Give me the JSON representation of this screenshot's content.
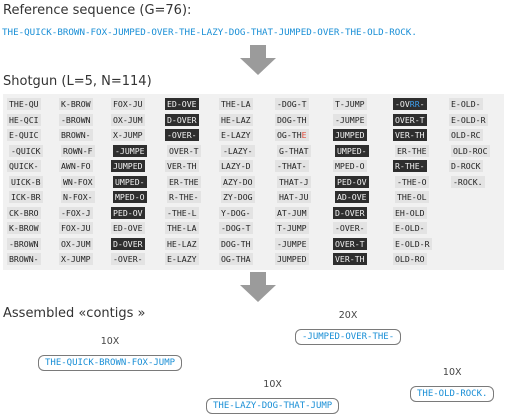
{
  "reference": {
    "heading": "Reference sequence (G=76):",
    "sequence": "THE-QUICK-BROWN-FOX-JUMPED-OVER-THE-LAZY-DOG-THAT-JUMPED-OVER-THE-OLD-ROCK."
  },
  "shotgun": {
    "heading": "Shotgun (L=5, N=114)",
    "rows": [
      [
        "THE-QU",
        "K-BROW",
        "FOX-JU",
        "ED-OVE",
        "THE-LA",
        "-DOG-T",
        "T-JUMP",
        "-OVRR-",
        "E-OLD-"
      ],
      [
        "HE-QCI",
        "-BROWN",
        "OX-JUM",
        "D-OVER",
        "HE-LAZ",
        "DOG-TH",
        "-JUMPE",
        "OVER-T",
        "E-OLD-R"
      ],
      [
        "E-QUIC",
        "BROWN-",
        "X-JUMP",
        "-OVER-",
        "E-LAZY",
        "OG-THE",
        "JUMPED",
        "VER-TH",
        "OLD-RC"
      ],
      [
        "-QUICK",
        "ROWN-F",
        "-JUMPE",
        "OVER-T",
        "-LAZY-",
        "G-THAT",
        "UMPED-",
        "ER-THE",
        "OLD-ROC"
      ],
      [
        "QUICK-",
        "AWN-FO",
        "JUMPED",
        "VER-TH",
        "LAZY-D",
        "-THAT-",
        "MPED-O",
        "R-THE-",
        "D-ROCK"
      ],
      [
        "UICK-B",
        "WN-FOX",
        "UMPED-",
        "ER-THE",
        "AZY-DO",
        "THAT-J",
        "PED-OV",
        "-THE-O",
        "-ROCK."
      ],
      [
        "ICK-BR",
        "N-FOX-",
        "MPED-O",
        "R-THE-",
        "ZY-DOG",
        "HAT-JU",
        "AD-OVE",
        "THE-OL",
        ""
      ],
      [
        "CK-BRO",
        "-FOX-J",
        "PED-OV",
        "-THE-L",
        "Y-DOG-",
        "AT-JUM",
        "D-OVER",
        "EH-OLD",
        ""
      ],
      [
        "K-BROW",
        "FOX-JU",
        "ED-OVE",
        "THE-LA",
        "-DOG-T",
        "T-JUMP",
        "-OVER-",
        "E-OLD-",
        ""
      ],
      [
        "-BROWN",
        "OX-JUM",
        "D-OVER",
        "HE-LAZ",
        "DOG-TH",
        "-JUMPE",
        "OVER-T",
        "E-OLD-R",
        ""
      ],
      [
        "BROWN-",
        "X-JUMP",
        "-OVER-",
        "E-LAZY",
        "OG-THA",
        "JUMPED",
        "VER-TH",
        "OLD-RO",
        ""
      ]
    ]
  },
  "contigs": {
    "heading": "Assembled «contigs »",
    "items": [
      {
        "coverage": "20X",
        "sequence": "-JUMPED-OVER-THE-"
      },
      {
        "coverage": "10X",
        "sequence": "THE-QUICK-BROWN-FOX-JUMP"
      },
      {
        "coverage": "10X",
        "sequence": "THE-LAZY-DOG-THAT-JUMP"
      },
      {
        "coverage": "10X",
        "sequence": "THE-OLD-ROCK."
      }
    ]
  },
  "colors": {
    "sequence_text": "#1a8fd6",
    "arrow": "#9b9b9b",
    "dark_read": "#2e2e2e",
    "light_read": "#e3e3e3",
    "error_red": "#e04a3a",
    "error_blue": "#3fa0ee"
  }
}
